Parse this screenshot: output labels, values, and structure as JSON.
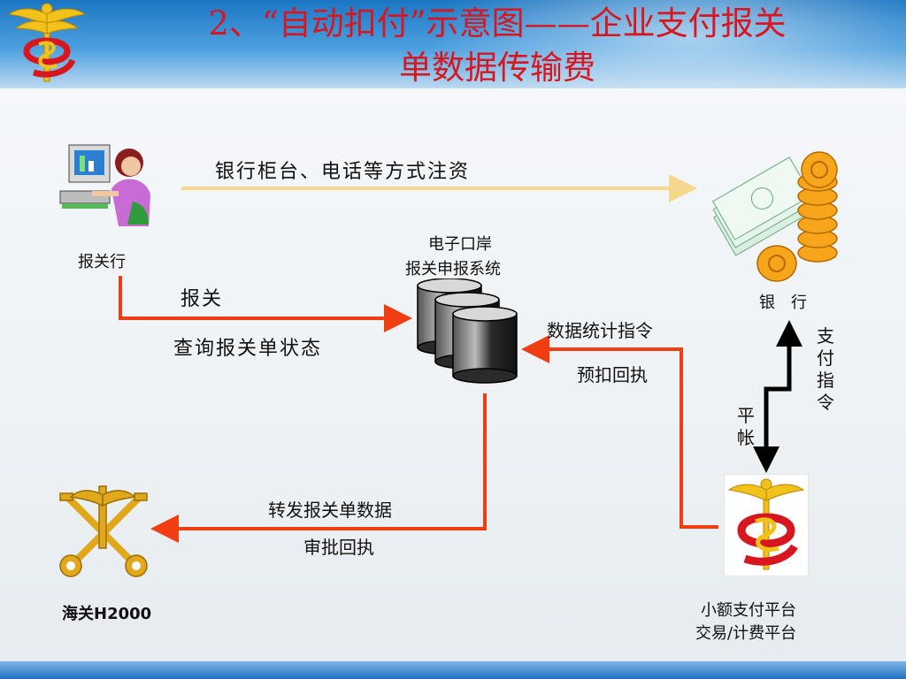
{
  "title": {
    "line1": "2、“自动扣付”示意图——企业支付报关",
    "line2": "单数据传输费"
  },
  "nodes": {
    "broker": {
      "label": "报关行"
    },
    "bank": {
      "label": "银　行"
    },
    "port_system": {
      "line1": "电子口岸",
      "line2": "报关申报系统"
    },
    "customs": {
      "label": "海关H2000"
    },
    "payment_platform": {
      "line1": "小额支付平台",
      "line2": "交易/计费平台"
    }
  },
  "flows": {
    "deposit": "银行柜台、电话等方式注资",
    "declare": "报关",
    "query_status": "查询报关单状态",
    "data_stats_instruction": "数据统计指令",
    "prededuct_receipt": "预扣回执",
    "forward_data": "转发报关单数据",
    "approval_receipt": "审批回执",
    "payment_instruction": "支付指令",
    "reconcile": "平帐"
  },
  "colors": {
    "title": "#d7161f",
    "arrow_main": "#f03d12",
    "arrow_deposit": "#f5d78e",
    "arrow_bank": "#000000",
    "header": "#1b76c2"
  }
}
